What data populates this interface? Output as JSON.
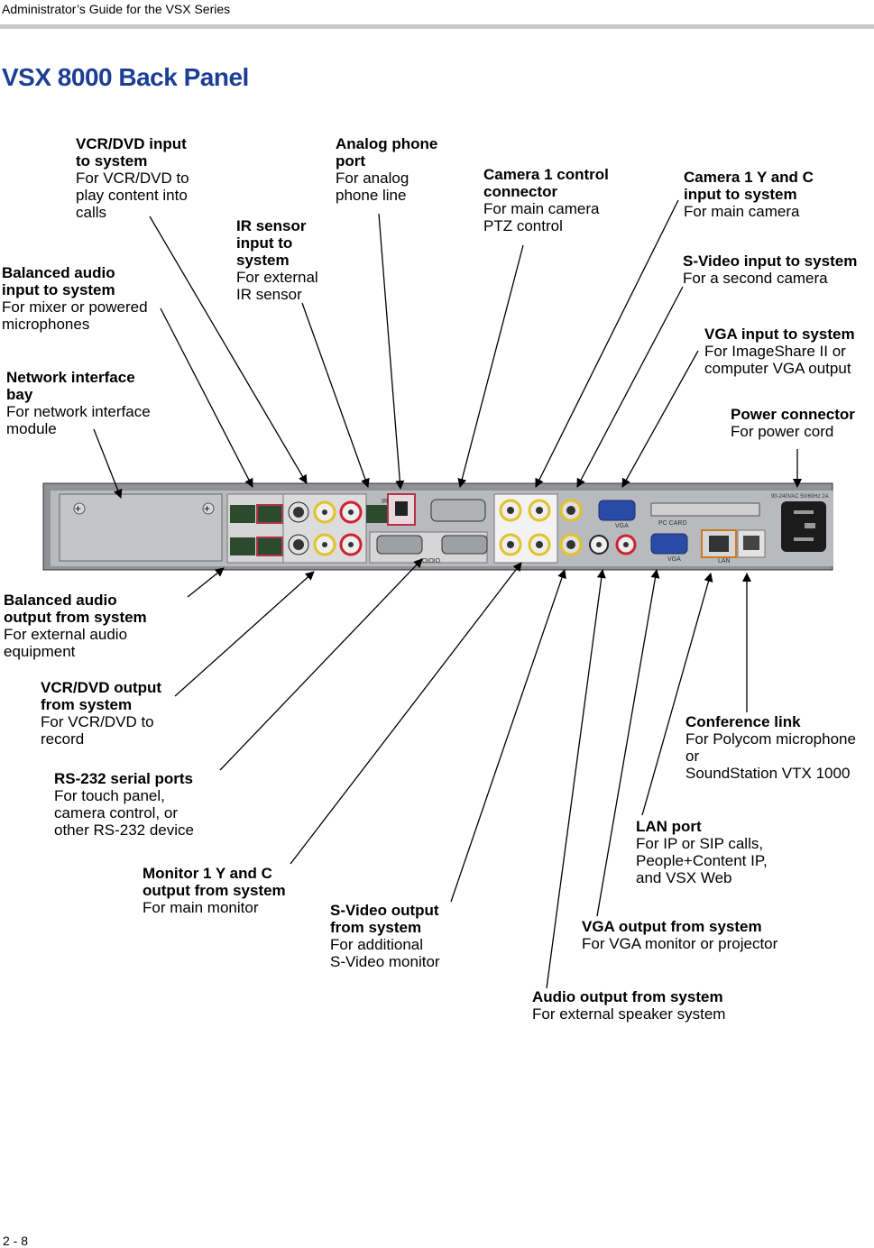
{
  "header": {
    "text": "Administrator’s Guide for the VSX Series"
  },
  "title": "VSX 8000 Back Panel",
  "footer": {
    "page": "2 - 8"
  },
  "panel_labels": {
    "ir": "IR",
    "pc_card": "PC CARD",
    "vga": "VGA",
    "lan": "LAN",
    "ioioi": "IOIOIO",
    "power_rating": "90-240VAC 50/60Hz 2A"
  },
  "callouts": [
    {
      "id": "vcr-dvd-input",
      "title": "VCR/DVD input\nto system",
      "desc": "For VCR/DVD to\nplay content into\ncalls"
    },
    {
      "id": "analog-phone-port",
      "title": "Analog phone\nport",
      "desc": "For analog\nphone line"
    },
    {
      "id": "camera1-control",
      "title": "Camera 1 control\nconnector",
      "desc": "For main camera\nPTZ control"
    },
    {
      "id": "camera1-yc-input",
      "title": "Camera 1 Y and C\ninput to system",
      "desc": "For main camera"
    },
    {
      "id": "ir-sensor-input",
      "title": "IR sensor\ninput to\nsystem",
      "desc": "For external\nIR sensor"
    },
    {
      "id": "balanced-audio-input",
      "title": "Balanced audio\ninput to system",
      "desc": "For mixer or powered\nmicrophones"
    },
    {
      "id": "svideo-input",
      "title": "S-Video input to system",
      "desc": "For a second camera"
    },
    {
      "id": "vga-input",
      "title": "VGA input to system",
      "desc": "For ImageShare II or\ncomputer VGA output"
    },
    {
      "id": "network-interface-bay",
      "title": "Network interface\nbay",
      "desc": "For network interface\nmodule"
    },
    {
      "id": "power-connector",
      "title": "Power connector",
      "desc": "For power cord"
    },
    {
      "id": "balanced-audio-output",
      "title": "Balanced audio\noutput from system",
      "desc": "For external audio\nequipment"
    },
    {
      "id": "vcr-dvd-output",
      "title": "VCR/DVD output\nfrom system",
      "desc": "For VCR/DVD to\nrecord"
    },
    {
      "id": "conference-link",
      "title": "Conference link",
      "desc": "For Polycom microphone\nor\nSoundStation VTX 1000"
    },
    {
      "id": "rs232-serial-ports",
      "title": "RS-232 serial ports",
      "desc": "For touch panel,\ncamera control, or\nother RS-232 device"
    },
    {
      "id": "lan-port",
      "title": "LAN port",
      "desc": "For IP or SIP calls,\nPeople+Content IP,\nand VSX Web"
    },
    {
      "id": "monitor1-yc-output",
      "title": "Monitor 1 Y and C\noutput from system",
      "desc": "For main monitor"
    },
    {
      "id": "svideo-output",
      "title": "S-Video output\nfrom system",
      "desc": "For additional\nS-Video monitor"
    },
    {
      "id": "vga-output",
      "title": "VGA output from system",
      "desc": "For VGA monitor or projector"
    },
    {
      "id": "audio-output",
      "title": "Audio output from system",
      "desc": "For external speaker system"
    }
  ]
}
